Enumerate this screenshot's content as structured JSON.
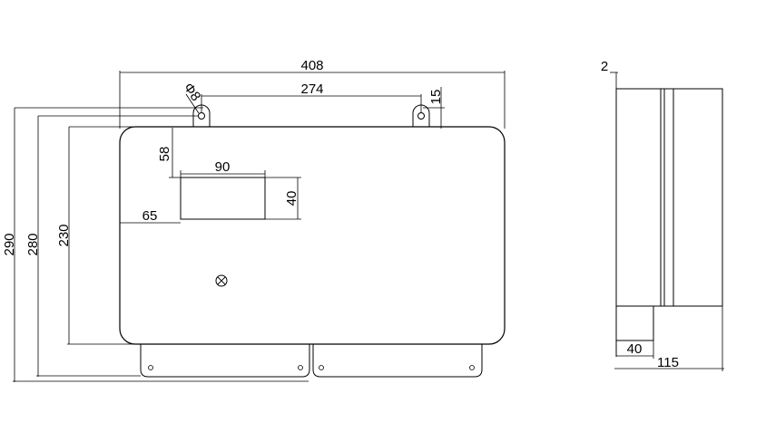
{
  "front_view": {
    "dims": {
      "overall_width": "408",
      "hole_spacing": "274",
      "hole_diameter": "Φ8",
      "tab_height": "15",
      "total_height": "290",
      "height_280": "280",
      "body_height": "230",
      "cutout_top_offset": "58",
      "cutout_width": "90",
      "cutout_height": "40",
      "cutout_left_offset": "65"
    },
    "symbols": {
      "center_mark_icon": "circle-x-icon"
    }
  },
  "side_view": {
    "dims": {
      "lid_thickness": "2",
      "foot_depth": "40",
      "overall_depth": "115"
    }
  },
  "colors": {
    "line": "#000000",
    "background": "#ffffff"
  }
}
